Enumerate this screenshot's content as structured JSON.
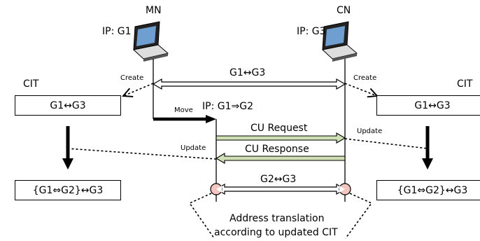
{
  "nodes": {
    "mn": {
      "name": "MN",
      "ip": "IP: G1"
    },
    "cn": {
      "name": "CN",
      "ip": "IP: G3"
    }
  },
  "cit_left": {
    "title": "CIT",
    "before": "G1↔G3",
    "after": "{G1⇔G2}↔G3"
  },
  "cit_right": {
    "title": "CIT",
    "before": "G1↔G3",
    "after": "{G1⇔G2}↔G3"
  },
  "messages": {
    "create_left": "Create",
    "create_right": "Create",
    "session_top": "G1↔G3",
    "move": "Move",
    "new_ip": "IP: G1⇒G2",
    "cu_request": "CU Request",
    "update_right": "Update",
    "cu_response": "CU Response",
    "update_left": "Update",
    "session_bottom": "G2↔G3"
  },
  "note": {
    "line1": "Address translation",
    "line2": "according to updated CIT"
  },
  "colors": {
    "cu_arrow_fill": "#cfe0b5",
    "translation_node_fill": "#f5c6c0"
  }
}
